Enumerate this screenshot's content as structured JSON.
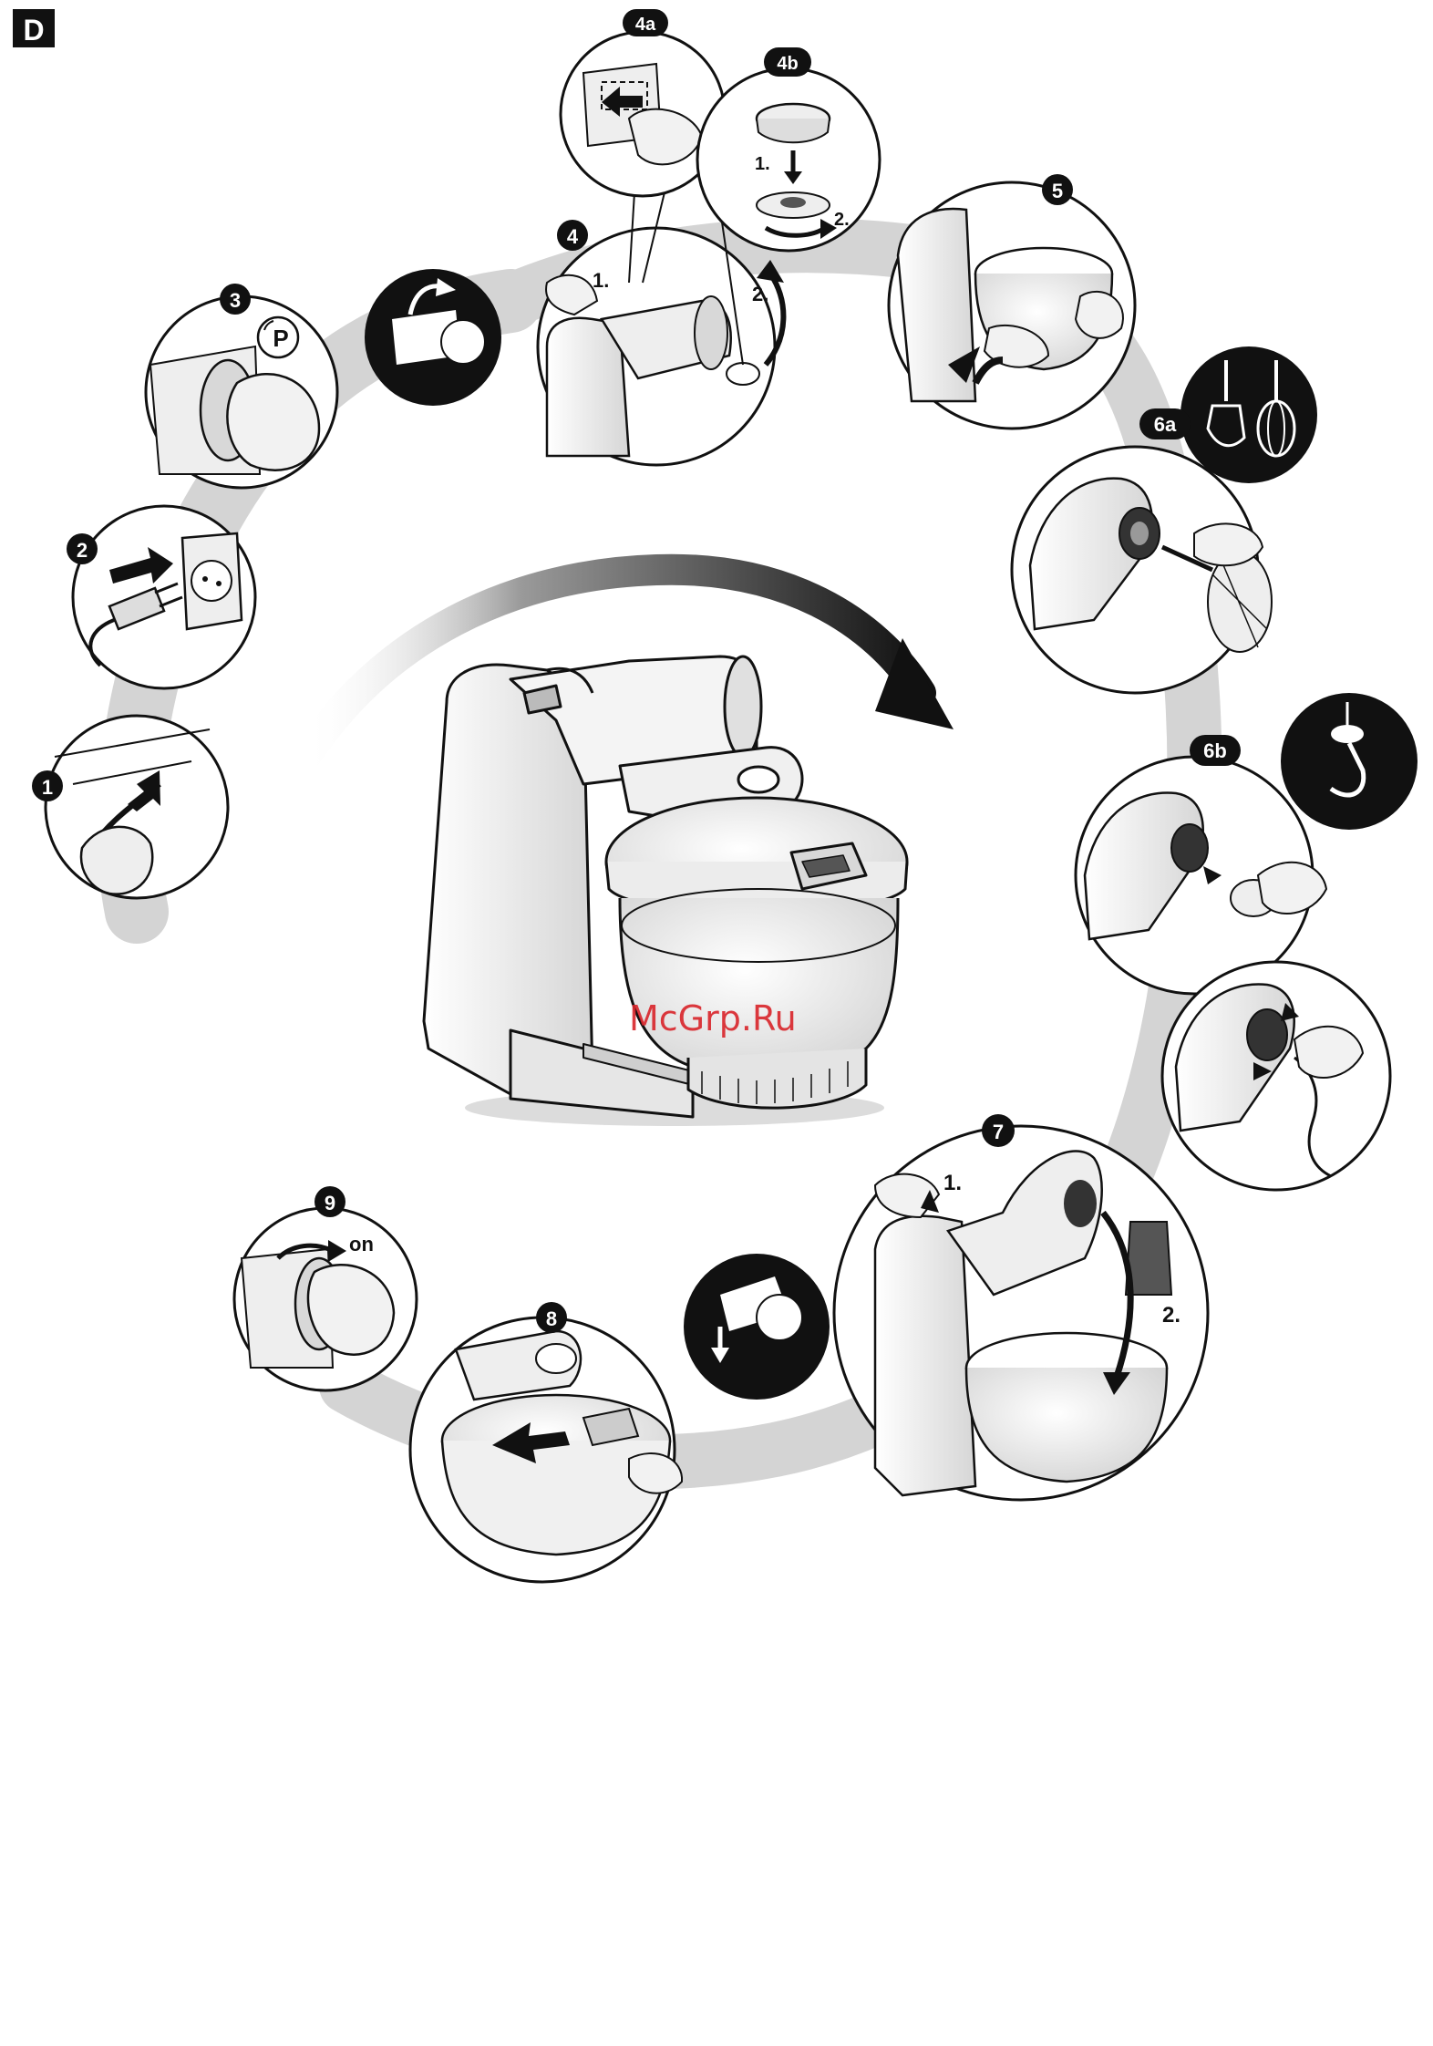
{
  "section_label": "D",
  "watermark": "McGrp.Ru",
  "steps": [
    {
      "id": "1",
      "label": "1"
    },
    {
      "id": "2",
      "label": "2"
    },
    {
      "id": "3",
      "label": "3",
      "icon_text": "P"
    },
    {
      "id": "4",
      "label": "4",
      "sub1": "1.",
      "sub2": "2."
    },
    {
      "id": "4a",
      "label": "4a"
    },
    {
      "id": "4b",
      "label": "4b",
      "sub1": "1.",
      "sub2": "2."
    },
    {
      "id": "5",
      "label": "5"
    },
    {
      "id": "6a",
      "label": "6a"
    },
    {
      "id": "6b",
      "label": "6b"
    },
    {
      "id": "7",
      "label": "7",
      "sub1": "1.",
      "sub2": "2."
    },
    {
      "id": "8",
      "label": "8"
    },
    {
      "id": "9",
      "label": "9",
      "sub1": "on"
    }
  ],
  "colors": {
    "outline": "#111111",
    "fill_light": "#f2f2f2",
    "fill_mid": "#d8d8d8",
    "path_shadow": "#cfcfcf",
    "watermark": "#d9242a"
  },
  "icons": [
    "plug-icon",
    "socket-icon",
    "park-position-icon",
    "arrow-icon",
    "whisk-icon",
    "kneading-hook-icon",
    "hand-icon"
  ]
}
